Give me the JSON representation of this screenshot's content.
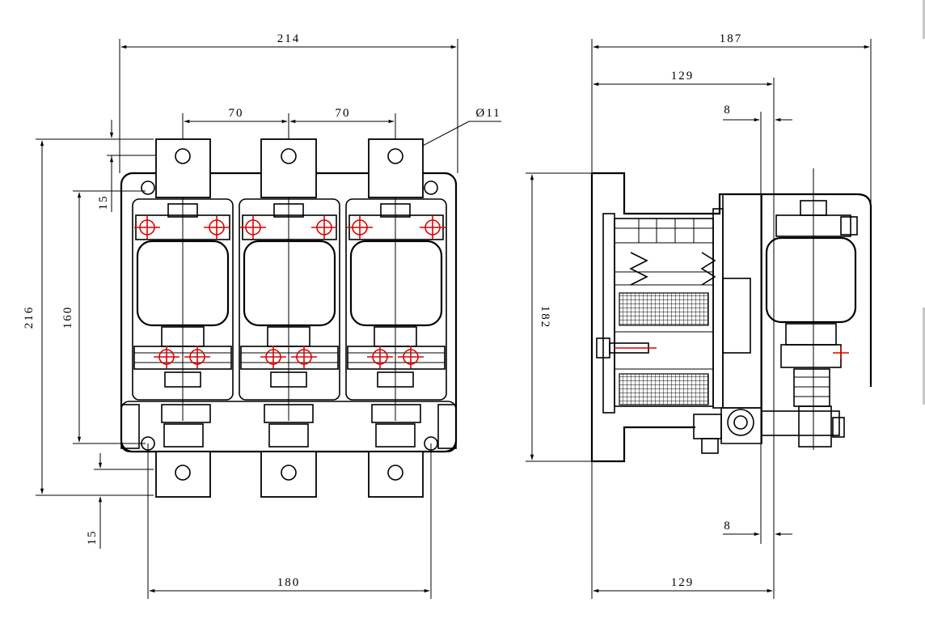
{
  "dimensions": {
    "front_width_overall": "214",
    "pole_pitch_left": "70",
    "pole_pitch_right": "70",
    "hole_diameter": "Ø11",
    "front_height_overall": "216",
    "front_height_inner": "160",
    "terminal_offset_top": "15",
    "terminal_offset_bottom": "15",
    "mounting_width": "180",
    "side_depth_overall": "187",
    "side_depth_upper": "129",
    "side_depth_lower": "129",
    "side_height": "182",
    "terminal_thickness_top": "8",
    "terminal_thickness_bottom": "8"
  },
  "colors": {
    "line": "#000000",
    "marker": "#e00000",
    "background": "#ffffff"
  }
}
